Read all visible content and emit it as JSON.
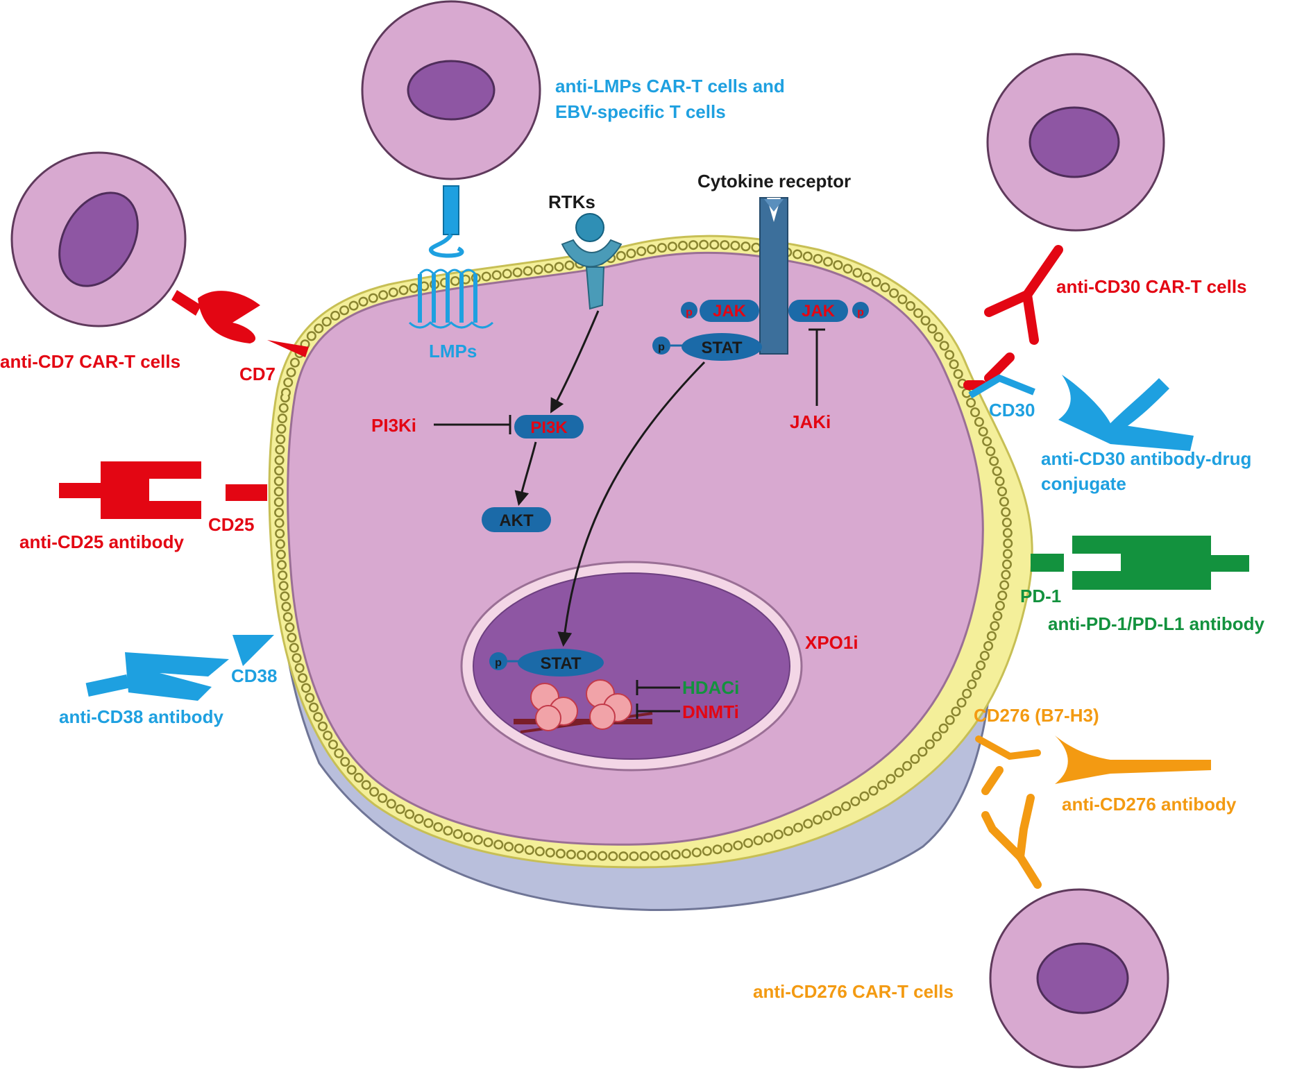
{
  "colors": {
    "red": "#e30613",
    "blue": "#1ea0e0",
    "green": "#13923e",
    "orange": "#f39a12",
    "black": "#1a1a1a",
    "cell_fill": "#d8a9d0",
    "nucleus_fill": "#8e56a3",
    "membrane_yellow": "#f4ef9a",
    "base_grey": "#b9bfdc",
    "molecule_blue": "#1b6aa8"
  },
  "labels": {
    "lmp_car": [
      "anti-LMPs CAR-T cells and",
      "EBV-specific T cells"
    ],
    "rtks": "RTKs",
    "cytokine_receptor": "Cytokine receptor",
    "lmps": "LMPs",
    "cd7_car": "anti-CD7 CAR-T cells",
    "cd7": "CD7",
    "cd25_ab": "anti-CD25 antibody",
    "cd25": "CD25",
    "cd38_ab": "anti-CD38 antibody",
    "cd38": "CD38",
    "cd30_car": "anti-CD30 CAR-T cells",
    "cd30": "CD30",
    "cd30_adc": [
      "anti-CD30 antibody-drug",
      "conjugate"
    ],
    "pd1": "PD-1",
    "pd1_ab": "anti-PD-1/PD-L1 antibody",
    "cd276": "CD276 (B7-H3)",
    "cd276_ab": "anti-CD276 antibody",
    "cd276_car": "anti-CD276 CAR-T cells",
    "pi3ki": "PI3Ki",
    "pi3k": "PI3K",
    "akt": "AKT",
    "jak_left": "JAK",
    "jak_right": "JAK",
    "p": "p",
    "stat_cyto": "STAT",
    "stat_nuc": "STAT",
    "jaki": "JAKi",
    "xpo1i": "XPO1i",
    "hdaci": "HDACi",
    "dnmti": "DNMTi"
  }
}
